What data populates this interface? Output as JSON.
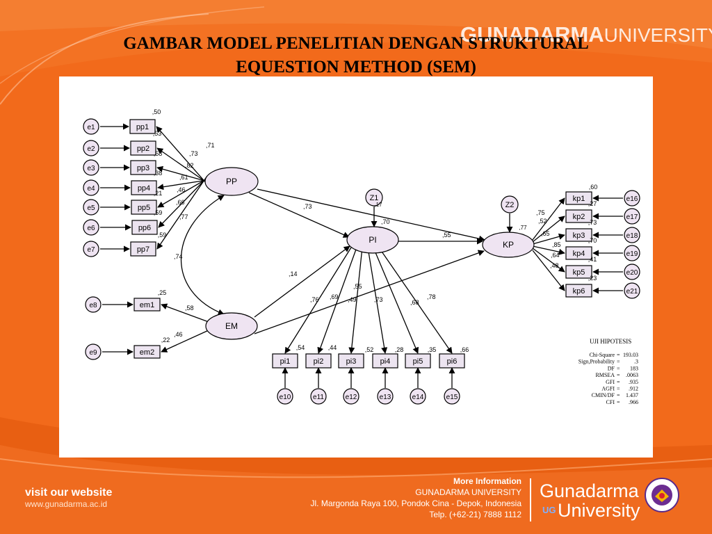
{
  "slide": {
    "title_line1": "GAMBAR MODEL PENELITIAN DENGAN STRUKTURAL",
    "title_line2": "EQUESTION METHOD (SEM)",
    "brand_bold": "GUNADARMA",
    "brand_light": "UNIVERSITY"
  },
  "colors": {
    "orange": "#f26a1b",
    "ellipse_fill": "#efe4f2",
    "box_fill": "#ece4f0"
  },
  "diagram": {
    "latents": [
      {
        "id": "pp",
        "label": "PP"
      },
      {
        "id": "pi",
        "label": "PI"
      },
      {
        "id": "em",
        "label": "EM"
      },
      {
        "id": "kp",
        "label": "KP"
      }
    ],
    "disturbances": [
      {
        "id": "z1",
        "label": "Z1",
        "value": ",17"
      },
      {
        "id": "z2",
        "label": "Z2",
        "value": ",77"
      }
    ],
    "indicators": [
      {
        "label": "pp1",
        "error": "e1",
        "r2": ",50",
        "loading": ",71"
      },
      {
        "label": "pp2",
        "error": "e2",
        "r2": ",53",
        "loading": ",73"
      },
      {
        "label": "pp3",
        "error": "e3",
        "r2": ",68",
        "loading": ",82"
      },
      {
        "label": "pp4",
        "error": "e4",
        "r2": ",38",
        "loading": ",61"
      },
      {
        "label": "pp5",
        "error": "e5",
        "r2": ",21",
        "loading": ",46"
      },
      {
        "label": "pp6",
        "error": "e6",
        "r2": ",59",
        "loading": ",66"
      },
      {
        "label": "pp7",
        "error": "e7",
        "r2": ",59",
        "loading": ",77"
      },
      {
        "label": "em1",
        "error": "e8",
        "r2": ",25",
        "loading": ",58"
      },
      {
        "label": "em2",
        "error": "e9",
        "r2": ",22",
        "loading": ",46"
      },
      {
        "label": "pi1",
        "error": "e10",
        "r2": ",54",
        "loading": ",76"
      },
      {
        "label": "pi2",
        "error": "e11",
        "r2": ",44",
        "loading": ",69"
      },
      {
        "label": "pi3",
        "error": "e12",
        "r2": ",52",
        "loading": ",49"
      },
      {
        "label": "pi4",
        "error": "e13",
        "r2": ",28",
        "loading": ",73"
      },
      {
        "label": "pi5",
        "error": "e14",
        "r2": ",35",
        "loading": ",68"
      },
      {
        "label": "pi6",
        "error": "e15",
        "r2": ",66",
        "loading": ",78"
      },
      {
        "label": "kp1",
        "error": "e16",
        "r2": ",60",
        "loading": ",75"
      },
      {
        "label": "kp2",
        "error": "e17",
        "r2": ",27",
        "loading": ",52"
      },
      {
        "label": "kp3",
        "error": "e18",
        "r2": ",73",
        "loading": ",65"
      },
      {
        "label": "kp4",
        "error": "e19",
        "r2": ",70",
        "loading": ",85"
      },
      {
        "label": "kp5",
        "error": "e20",
        "r2": ",41",
        "loading": ",64"
      },
      {
        "label": "kp6",
        "error": "e21",
        "r2": ",23",
        "loading": ",48"
      }
    ],
    "paths": [
      {
        "from": "PP",
        "to": "PI",
        "value": ",73"
      },
      {
        "from": "PP",
        "to": "KP",
        "value": ",70"
      },
      {
        "from": "PI",
        "to": "KP",
        "value": ",55"
      },
      {
        "from": "EM",
        "to": "PI",
        "value": ",14"
      },
      {
        "from": "EM",
        "to": "KP",
        "value": ",55"
      },
      {
        "from": "PP",
        "to": "EM",
        "value": ",74"
      }
    ]
  },
  "uji": {
    "title": "UJI HIPOTESIS",
    "rows": [
      {
        "label": "Chi-Square",
        "sep": "=",
        "value": "193.03"
      },
      {
        "label": "Sign,Probability",
        "sep": "=",
        "value": ".3"
      },
      {
        "label": "DF",
        "sep": "=",
        "value": "183"
      },
      {
        "label": "RMSEA",
        "sep": "=",
        "value": ".0063"
      },
      {
        "label": "GFI",
        "sep": "=",
        "value": ".935"
      },
      {
        "label": "AGFI",
        "sep": "=",
        "value": ".912"
      },
      {
        "label": "CMIN/DF",
        "sep": "=",
        "value": "1.437"
      },
      {
        "label": "CFI",
        "sep": "=",
        "value": ".966"
      }
    ]
  },
  "footer": {
    "visit": "visit our website",
    "url": "www.gunadarma.ac.id",
    "more": "More Information",
    "uni": "GUNADARMA UNIVERSITY",
    "address": "Jl. Margonda Raya 100, Pondok Cina - Depok, Indonesia",
    "phone": "Telp. (+62-21) 7888 1112",
    "logo_line1": "Gunadarma",
    "logo_line2": "University",
    "logo_ug": "UG"
  }
}
